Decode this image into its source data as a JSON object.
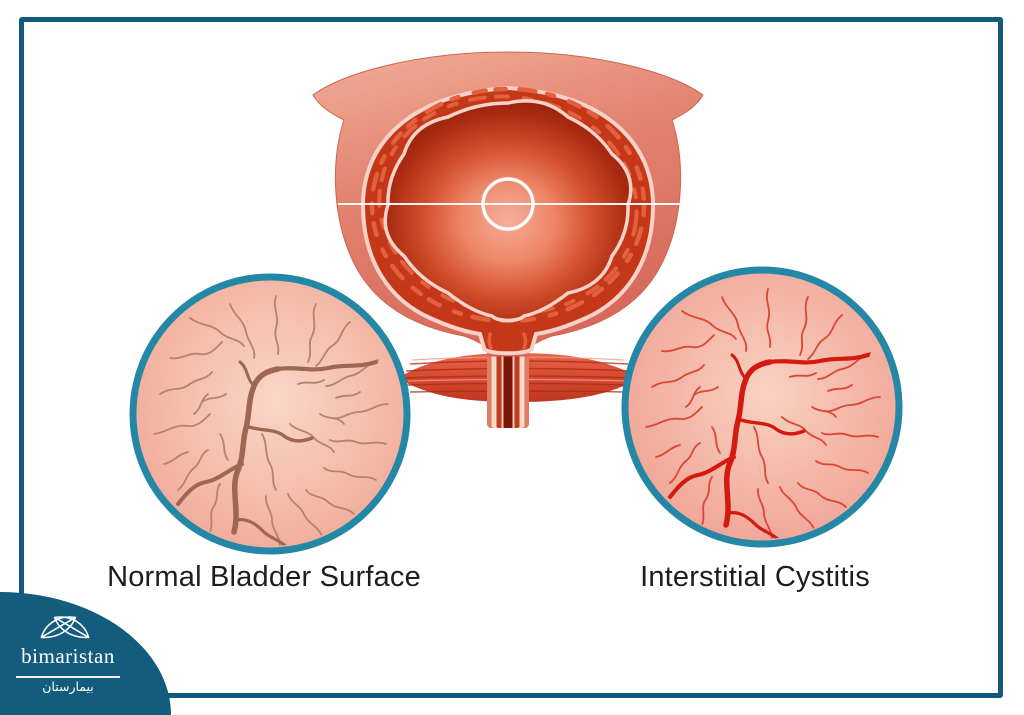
{
  "illustration": {
    "subject": "Bladder cross-section comparing a normal bladder surface with interstitial cystitis",
    "captions": {
      "left": "Normal Bladder Surface",
      "right": "Interstitial Cystitis"
    }
  },
  "logo": {
    "brand": "bimaristan",
    "brand_arabic": "بيمارستان",
    "icon": "crossed-leaves-icon"
  },
  "colors": {
    "frame_border": "#12597c",
    "logo_background": "#135c7e",
    "circle_ring": "#2487a6",
    "normal_vessels_main": "#9e6753",
    "normal_vessels_thin": "#b5836e",
    "cystitis_vessels_main": "#d5190e",
    "cystitis_vessels_thin": "#dd4534",
    "bladder_wall": "#e07a66",
    "muscle_layer": "#c43819",
    "caption_color": "#1d1d1f"
  }
}
